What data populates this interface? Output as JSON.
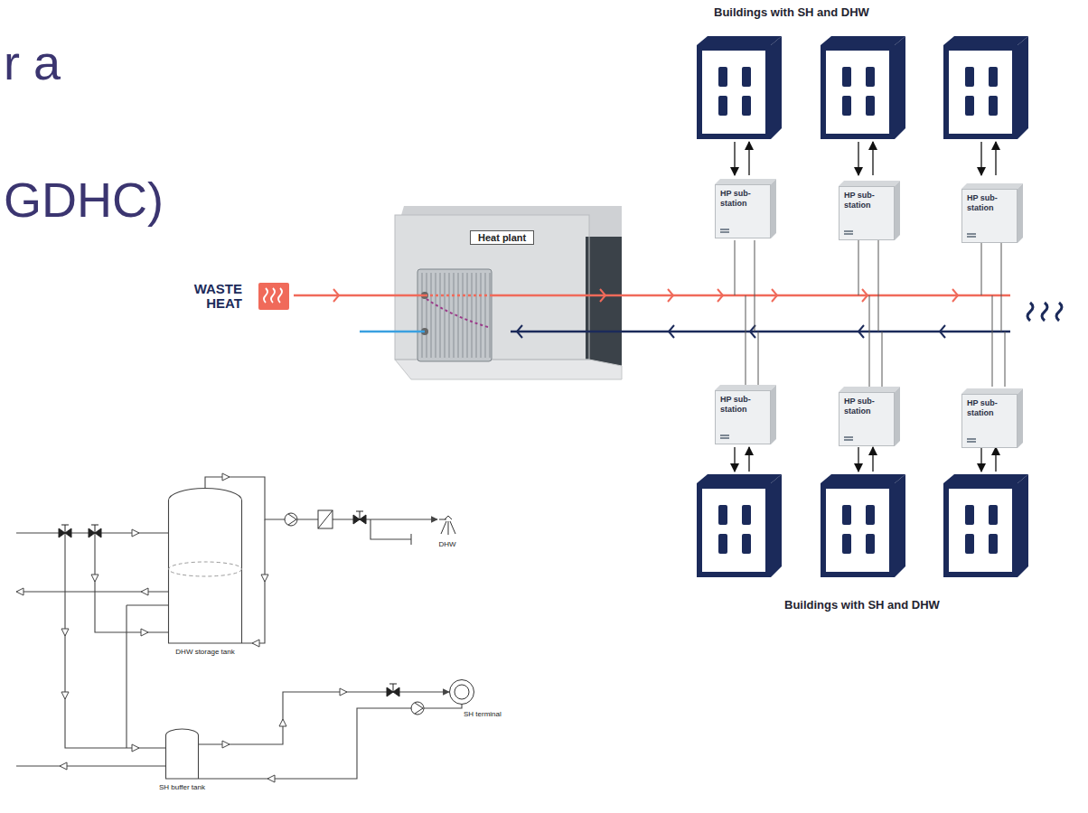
{
  "diagram": {
    "nodes": [
      {
        "text": [
          "Heat plant"
        ]
      },
      {
        "text": [
          "HP sub-station"
        ]
      },
      {
        "text": [
          "HP sub-station"
        ]
      },
      {
        "text": [
          "HP sub-station"
        ]
      },
      {
        "text": [
          "HP sub-station"
        ]
      },
      {
        "text": [
          "HP sub-station"
        ]
      },
      {
        "text": [
          "HP sub-station"
        ]
      },
      {
        "text": [
          "DHW storage tank"
        ]
      },
      {
        "text": [
          "SH buffer tank"
        ]
      },
      {
        "text": [
          "DHW"
        ]
      },
      {
        "text": [
          "SH terminal"
        ]
      }
    ],
    "edges": [
      {
        "from": 7,
        "to": 9,
        "arrow": "to"
      },
      {
        "from": 8,
        "to": 10,
        "arrow": "to"
      }
    ],
    "labels": [
      "r a",
      "GDHC)",
      "WASTE HEAT",
      "Buildings with SH and DHW",
      "Buildings with SH and DHW"
    ]
  }
}
